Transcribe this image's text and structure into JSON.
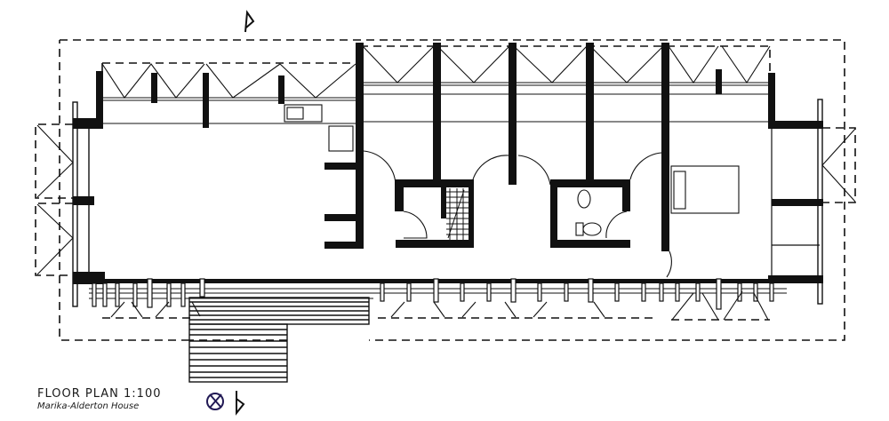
{
  "drawing": {
    "title": "FLOOR PLAN 1:100",
    "subtitle": "Marika-Alderton House",
    "north_symbol": "circle-cross-and-rune-mark",
    "top_mark": "rune-p-mark",
    "ink_color": "#111111",
    "paper_color": "#ffffff"
  }
}
